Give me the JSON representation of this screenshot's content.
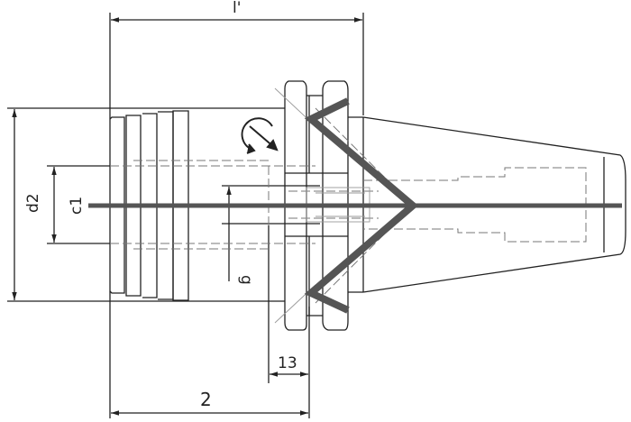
{
  "diagram": {
    "labels": {
      "overall_length": "l'",
      "diameter": "d2",
      "bore": "c1",
      "thread": "g",
      "flange_offset": "13",
      "body_length": "2"
    },
    "icons": {
      "rotation": "rotation-direction-icon"
    },
    "colors": {
      "line": "#222222",
      "hidden": "#777777",
      "section": "#555555"
    }
  }
}
